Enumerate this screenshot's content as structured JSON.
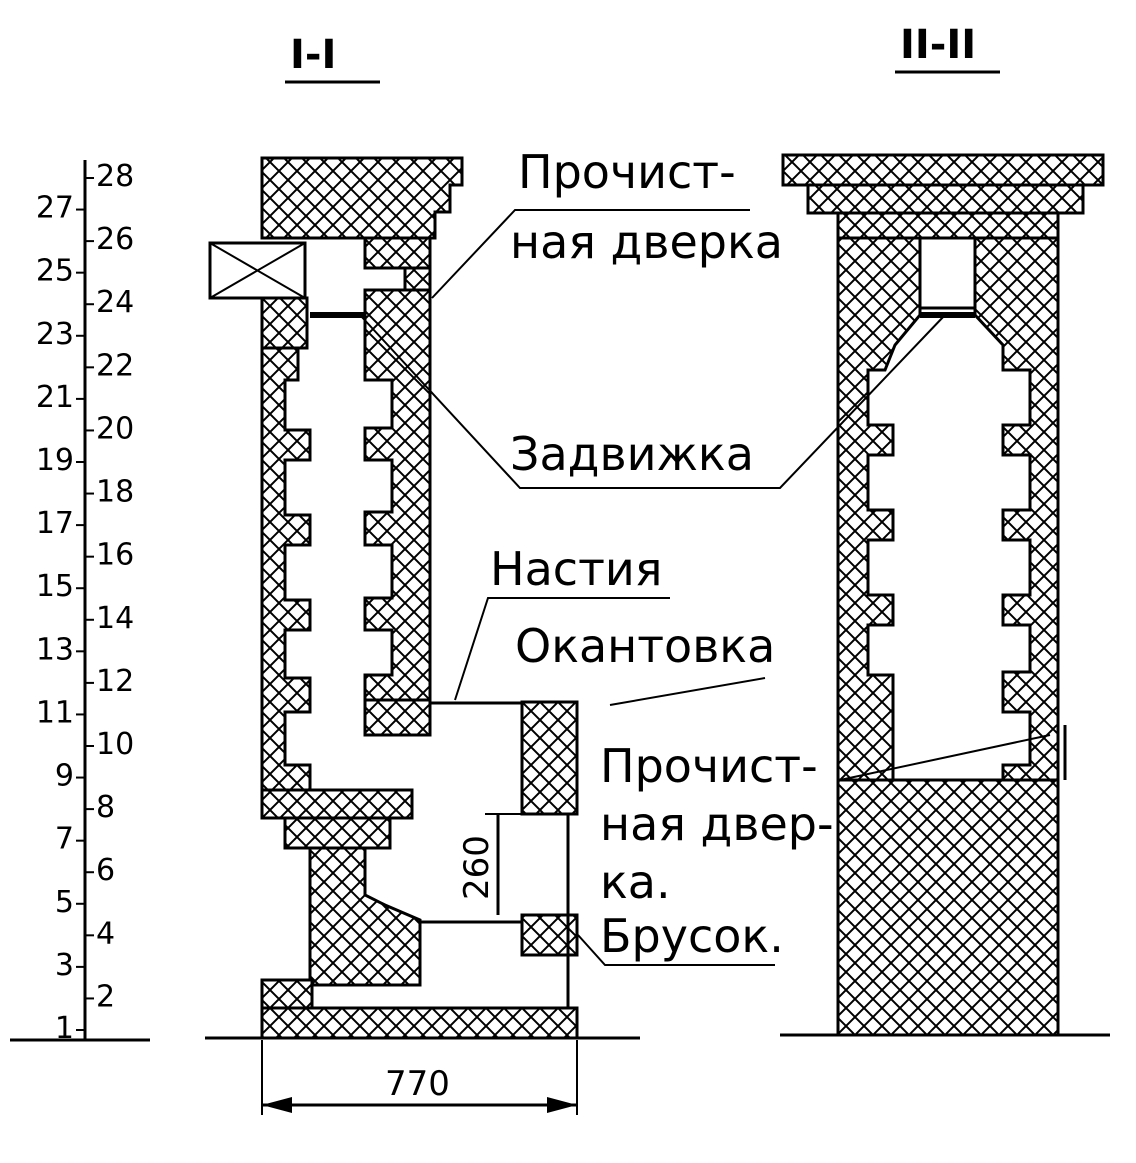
{
  "sections": {
    "left_title": "I-I",
    "right_title": "II-II"
  },
  "labels": {
    "cleaning_door_top_1": "Прочист-",
    "cleaning_door_top_2": "ная дверка",
    "damper": "Задвижка",
    "flooring": "Настия",
    "edging": "Окантовка",
    "cleaning_door_bottom_1": "Прочист-",
    "cleaning_door_bottom_2": "ная двер-",
    "cleaning_door_bottom_3": "ка.",
    "cleaning_door_bottom_4": "Брусок."
  },
  "dimensions": {
    "width": "770",
    "height": "260"
  },
  "row_scale": {
    "odd": [
      "1",
      "3",
      "5",
      "7",
      "9",
      "11",
      "13",
      "15",
      "17",
      "19",
      "21",
      "23",
      "25",
      "27"
    ],
    "even": [
      "2",
      "4",
      "6",
      "8",
      "10",
      "12",
      "14",
      "16",
      "18",
      "20",
      "22",
      "24",
      "26",
      "28"
    ]
  },
  "colors": {
    "ink": "#000000",
    "paper": "#ffffff"
  }
}
